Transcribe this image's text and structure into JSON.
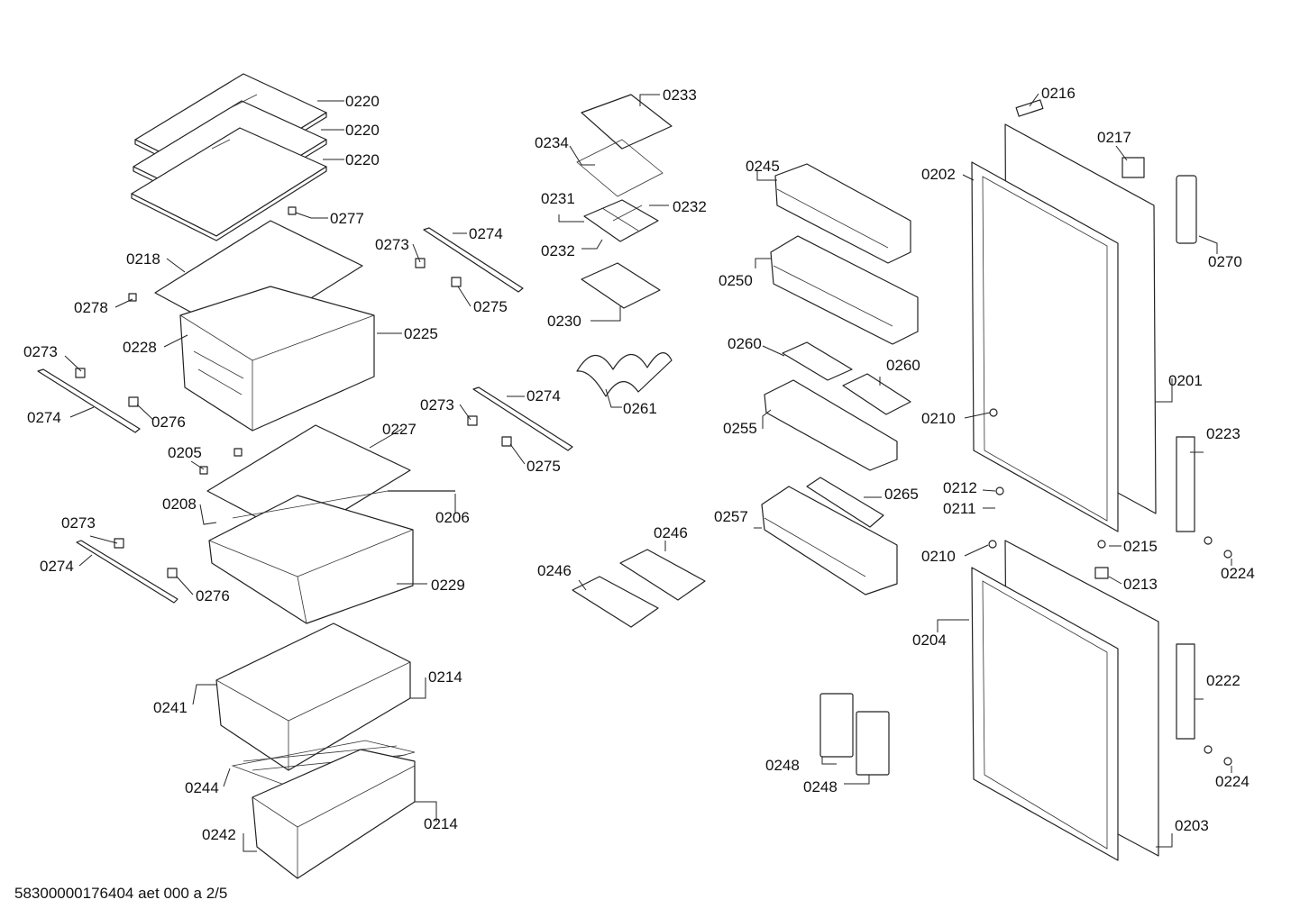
{
  "footer": {
    "code": "58300000176404 aet 000 a 2/5"
  },
  "labels": {
    "l0220a": "0220",
    "l0220b": "0220",
    "l0220c": "0220",
    "l0277": "0277",
    "l0218": "0218",
    "l0278": "0278",
    "l0228": "0228",
    "l0225": "0225",
    "l0273a": "0273",
    "l0274a": "0274",
    "l0276a": "0276",
    "l0273b": "0273",
    "l0274b": "0274",
    "l0275a": "0275",
    "l0273c": "0273",
    "l0274c": "0274",
    "l0275b": "0275",
    "l0205": "0205",
    "l0227": "0227",
    "l0208": "0208",
    "l0206": "0206",
    "l0273d": "0273",
    "l0274d": "0274",
    "l0276b": "0276",
    "l0229": "0229",
    "l0241": "0241",
    "l0214a": "0214",
    "l0244": "0244",
    "l0242": "0242",
    "l0214b": "0214",
    "l0233": "0233",
    "l0234": "0234",
    "l0231": "0231",
    "l0232a": "0232",
    "l0232b": "0232",
    "l0230": "0230",
    "l0261": "0261",
    "l0246a": "0246",
    "l0246b": "0246",
    "l0245": "0245",
    "l0250": "0250",
    "l0260a": "0260",
    "l0260b": "0260",
    "l0255": "0255",
    "l0257": "0257",
    "l0265": "0265",
    "l0248a": "0248",
    "l0248b": "0248",
    "l0216": "0216",
    "l0217": "0217",
    "l0202": "0202",
    "l0270": "0270",
    "l0201": "0201",
    "l0210a": "0210",
    "l0223": "0223",
    "l0212": "0212",
    "l0211": "0211",
    "l0215": "0215",
    "l0210b": "0210",
    "l0213": "0213",
    "l0224a": "0224",
    "l0204": "0204",
    "l0222": "0222",
    "l0224b": "0224",
    "l0203": "0203"
  }
}
